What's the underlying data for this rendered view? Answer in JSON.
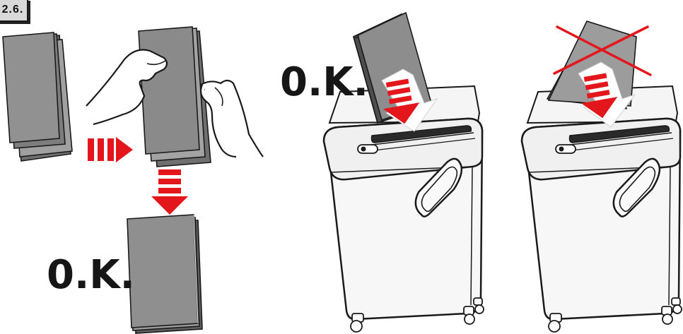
{
  "figure": {
    "label": "2.6.",
    "ok_left": "0.K.",
    "ok_middle": "0.K."
  },
  "colors": {
    "paper_fill": "#8c8c8c",
    "arrow_red": "#e3161b",
    "cross_red": "#e3161b",
    "outline": "#1a1a1a",
    "shredder_body": "#f6f6f6"
  },
  "icons": {
    "step_arrow_right": "red-dashed-right-arrow",
    "step_arrow_down": "red-dashed-down-arrow",
    "wrong_mark": "red-x-cross"
  }
}
